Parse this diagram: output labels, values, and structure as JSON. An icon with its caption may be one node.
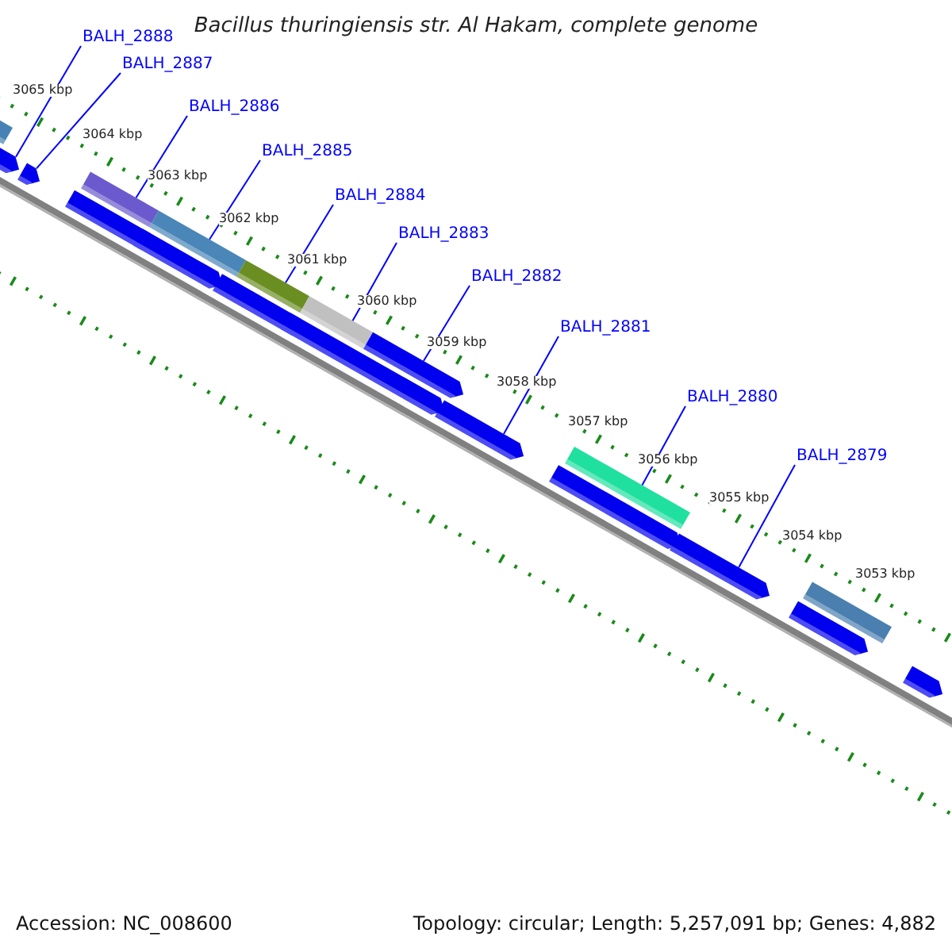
{
  "diagram": {
    "title": "Bacillus thuringiensis str. Al Hakam, complete genome",
    "nodes": [
      {
        "text": [
          "BALH_2888"
        ]
      },
      {
        "text": [
          "BALH_2887"
        ]
      },
      {
        "text": [
          "BALH_2886"
        ]
      },
      {
        "text": [
          "BALH_2885"
        ]
      },
      {
        "text": [
          "BALH_2884"
        ]
      },
      {
        "text": [
          "BALH_2883"
        ]
      },
      {
        "text": [
          "BALH_2882"
        ]
      },
      {
        "text": [
          "BALH_2881"
        ]
      },
      {
        "text": [
          "BALH_2880"
        ]
      },
      {
        "text": [
          "BALH_2879"
        ]
      },
      {
        "text": [],
        "shape": "bar"
      },
      {
        "text": [],
        "shape": "arrow"
      },
      {
        "text": [],
        "shape": "arrow"
      },
      {
        "text": [],
        "shape": "arrow"
      },
      {
        "text": [],
        "shape": "bar"
      },
      {
        "text": [],
        "shape": "arrow"
      },
      {
        "text": [],
        "shape": "bar"
      },
      {
        "text": [],
        "shape": "arrow"
      },
      {
        "text": [],
        "shape": "bar"
      },
      {
        "text": [],
        "shape": "arrow"
      },
      {
        "text": [],
        "shape": "bar"
      },
      {
        "text": [],
        "shape": "arrow"
      },
      {
        "text": [],
        "shape": "arrow"
      },
      {
        "text": [],
        "shape": "arrow"
      },
      {
        "text": [],
        "shape": "bar"
      },
      {
        "text": [],
        "shape": "arrow"
      },
      {
        "text": [],
        "shape": "arrow"
      },
      {
        "text": [],
        "shape": "bar"
      },
      {
        "text": [],
        "shape": "arrow"
      }
    ],
    "edges": [
      {
        "from": 0,
        "to": 11,
        "arrow": "none"
      },
      {
        "from": 1,
        "to": 12,
        "arrow": "none"
      },
      {
        "from": 2,
        "to": 14,
        "arrow": "none"
      },
      {
        "from": 3,
        "to": 16,
        "arrow": "none"
      },
      {
        "from": 4,
        "to": 18,
        "arrow": "none"
      },
      {
        "from": 5,
        "to": 20,
        "arrow": "none"
      },
      {
        "from": 6,
        "to": 21,
        "arrow": "none"
      },
      {
        "from": 7,
        "to": 22,
        "arrow": "none"
      },
      {
        "from": 8,
        "to": 24,
        "arrow": "none"
      },
      {
        "from": 9,
        "to": 25,
        "arrow": "none"
      }
    ],
    "labels": [
      "3065 kbp",
      "3064 kbp",
      "3063 kbp",
      "3062 kbp",
      "3061 kbp",
      "3060 kbp",
      "3059 kbp",
      "3058 kbp",
      "3057 kbp",
      "3056 kbp",
      "3055 kbp",
      "3054 kbp",
      "3053 kbp",
      "Accession: NC_008600",
      "Topology: circular; Length: 5,257,091 bp; Genes: 4,882"
    ]
  }
}
